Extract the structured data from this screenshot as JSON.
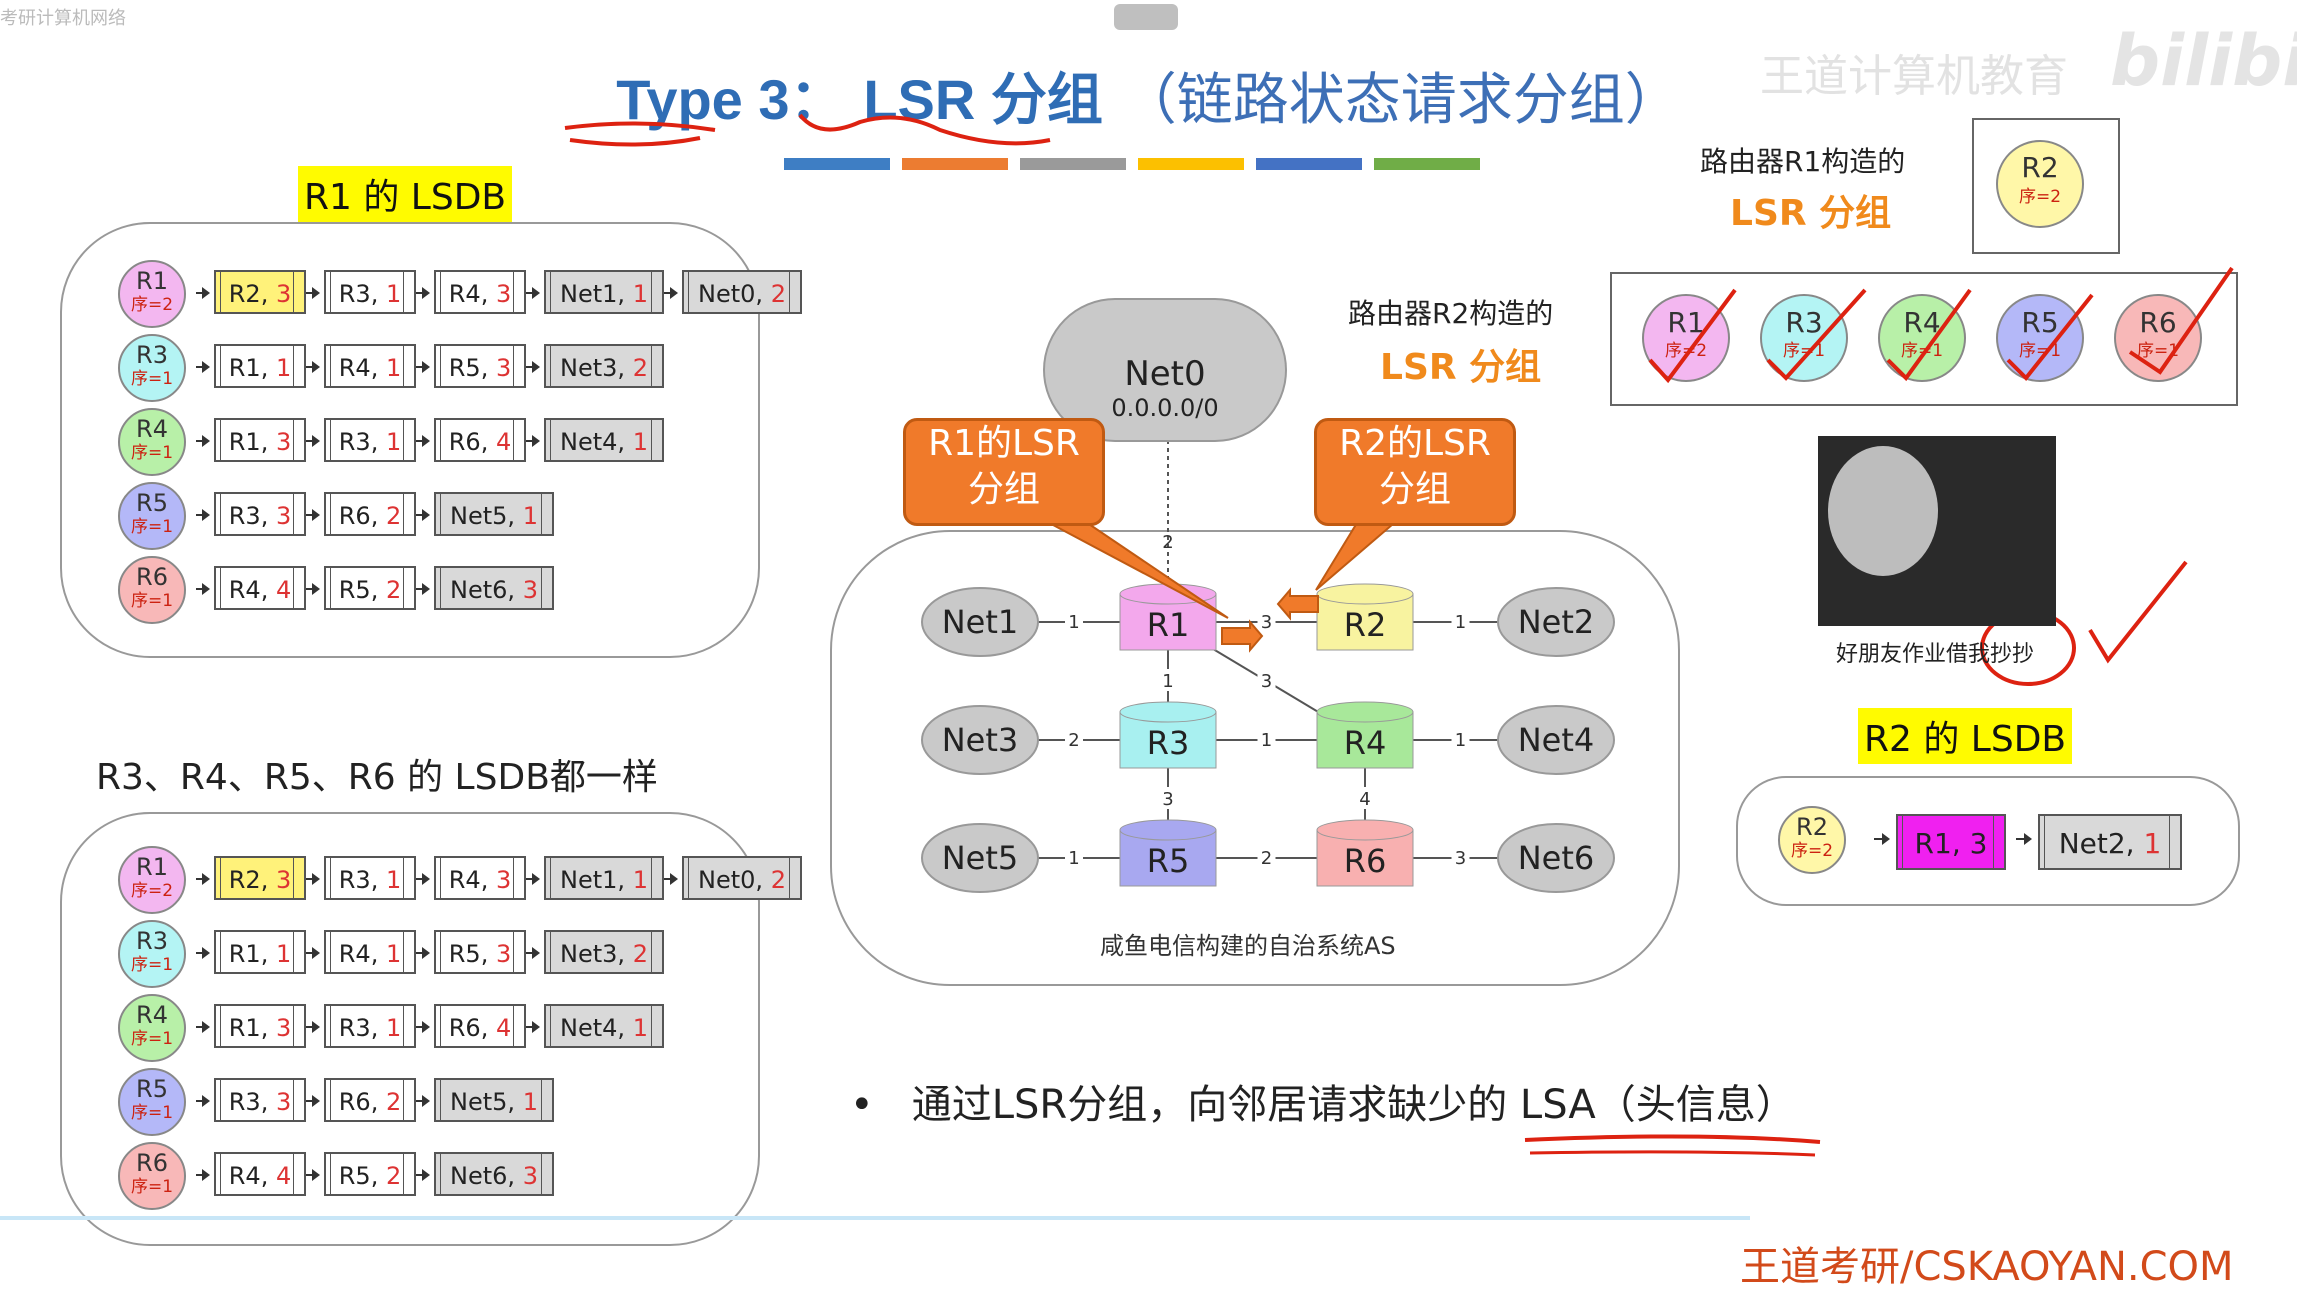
{
  "watermark_tl": "考研计算机网络",
  "watermark_tr": "王道计算机教育",
  "bili": "bilibili",
  "title": {
    "type": "Type 3：",
    "lsr": "LSR 分组",
    "rest": "（链路状态请求分组）"
  },
  "color_bars": [
    "#3e7ec4",
    "#ec7c31",
    "#9a9a9a",
    "#fcc000",
    "#4472c4",
    "#70ad47"
  ],
  "r1_lsdb_title": "R1 的 LSDB",
  "same_note": "R3、R4、R5、R6 的 LSDB都一样",
  "lsdb_rows": [
    {
      "router": "R1",
      "seq": "序=2",
      "color": "#f3b7f0",
      "cells": [
        {
          "t": "R2, ",
          "n": "3",
          "hl": true
        },
        {
          "t": "R3, ",
          "n": "1"
        },
        {
          "t": "R4, ",
          "n": "3"
        },
        {
          "t": "Net1, ",
          "n": "1",
          "net": true
        },
        {
          "t": "Net0, ",
          "n": "2",
          "net": true
        }
      ]
    },
    {
      "router": "R3",
      "seq": "序=1",
      "color": "#b4f4f4",
      "cells": [
        {
          "t": "R1, ",
          "n": "1"
        },
        {
          "t": "R4, ",
          "n": "1"
        },
        {
          "t": "R5, ",
          "n": "3"
        },
        {
          "t": "Net3, ",
          "n": "2",
          "net": true
        }
      ]
    },
    {
      "router": "R4",
      "seq": "序=1",
      "color": "#b8f0a8",
      "cells": [
        {
          "t": "R1, ",
          "n": "3"
        },
        {
          "t": "R3, ",
          "n": "1"
        },
        {
          "t": "R6, ",
          "n": "4"
        },
        {
          "t": "Net4, ",
          "n": "1",
          "net": true
        }
      ]
    },
    {
      "router": "R5",
      "seq": "序=1",
      "color": "#b4b8f8",
      "cells": [
        {
          "t": "R3, ",
          "n": "3"
        },
        {
          "t": "R6, ",
          "n": "2"
        },
        {
          "t": "Net5, ",
          "n": "1",
          "net": true
        }
      ]
    },
    {
      "router": "R6",
      "seq": "序=1",
      "color": "#f8b8b8",
      "cells": [
        {
          "t": "R4, ",
          "n": "4"
        },
        {
          "t": "R5, ",
          "n": "2"
        },
        {
          "t": "Net6, ",
          "n": "3",
          "net": true
        }
      ]
    }
  ],
  "net0": {
    "name": "Net0",
    "addr": "0.0.0.0/0"
  },
  "callout_r1": "R1的LSR\n分组",
  "callout_r2": "R2的LSR\n分组",
  "routers": {
    "R1": "R1",
    "R2": "R2",
    "R3": "R3",
    "R4": "R4",
    "R5": "R5",
    "R6": "R6"
  },
  "nets": {
    "Net1": "Net1",
    "Net2": "Net2",
    "Net3": "Net3",
    "Net4": "Net4",
    "Net5": "Net5",
    "Net6": "Net6"
  },
  "link_costs": {
    "net0_r1": "2",
    "net1_r1": "1",
    "r1_r2": "3",
    "r2_net2": "1",
    "r1_r3": "1",
    "r1_r4": "3",
    "net3_r3": "2",
    "r3_r4": "1",
    "r4_net4": "1",
    "r3_r5": "3",
    "r4_r6": "4",
    "net5_r5": "1",
    "r5_r6": "2",
    "r6_net6": "3"
  },
  "as_caption": "咸鱼电信构建的自治系统AS",
  "r1_lsr_label1": "路由器R1构造的",
  "r1_lsr_label2": "LSR 分组",
  "r1_lsr_item": {
    "r": "R2",
    "seq": "序=2"
  },
  "r2_lsr_label1": "路由器R2构造的",
  "r2_lsr_label2": "LSR 分组",
  "r2_lsr_items": [
    {
      "r": "R1",
      "seq": "序=2",
      "color": "#f3b7f0"
    },
    {
      "r": "R3",
      "seq": "序=1",
      "color": "#b4f4f4"
    },
    {
      "r": "R4",
      "seq": "序=1",
      "color": "#b8f0a8"
    },
    {
      "r": "R5",
      "seq": "序=1",
      "color": "#b4b8f8"
    },
    {
      "r": "R6",
      "seq": "序=1",
      "color": "#f8b8b8"
    }
  ],
  "meme_caption": "好朋友作业借我抄抄",
  "r2_lsdb_title": "R2 的 LSDB",
  "r2_lsdb": {
    "router": "R2",
    "seq": "序=2",
    "cells": [
      {
        "t": "R1, ",
        "n": "3"
      },
      {
        "t": "Net2, ",
        "n": "1"
      }
    ]
  },
  "bullet": "通过LSR分组，向邻居请求缺少的 LSA（头信息）",
  "footer": "王道考研/CSKAOYAN.COM"
}
